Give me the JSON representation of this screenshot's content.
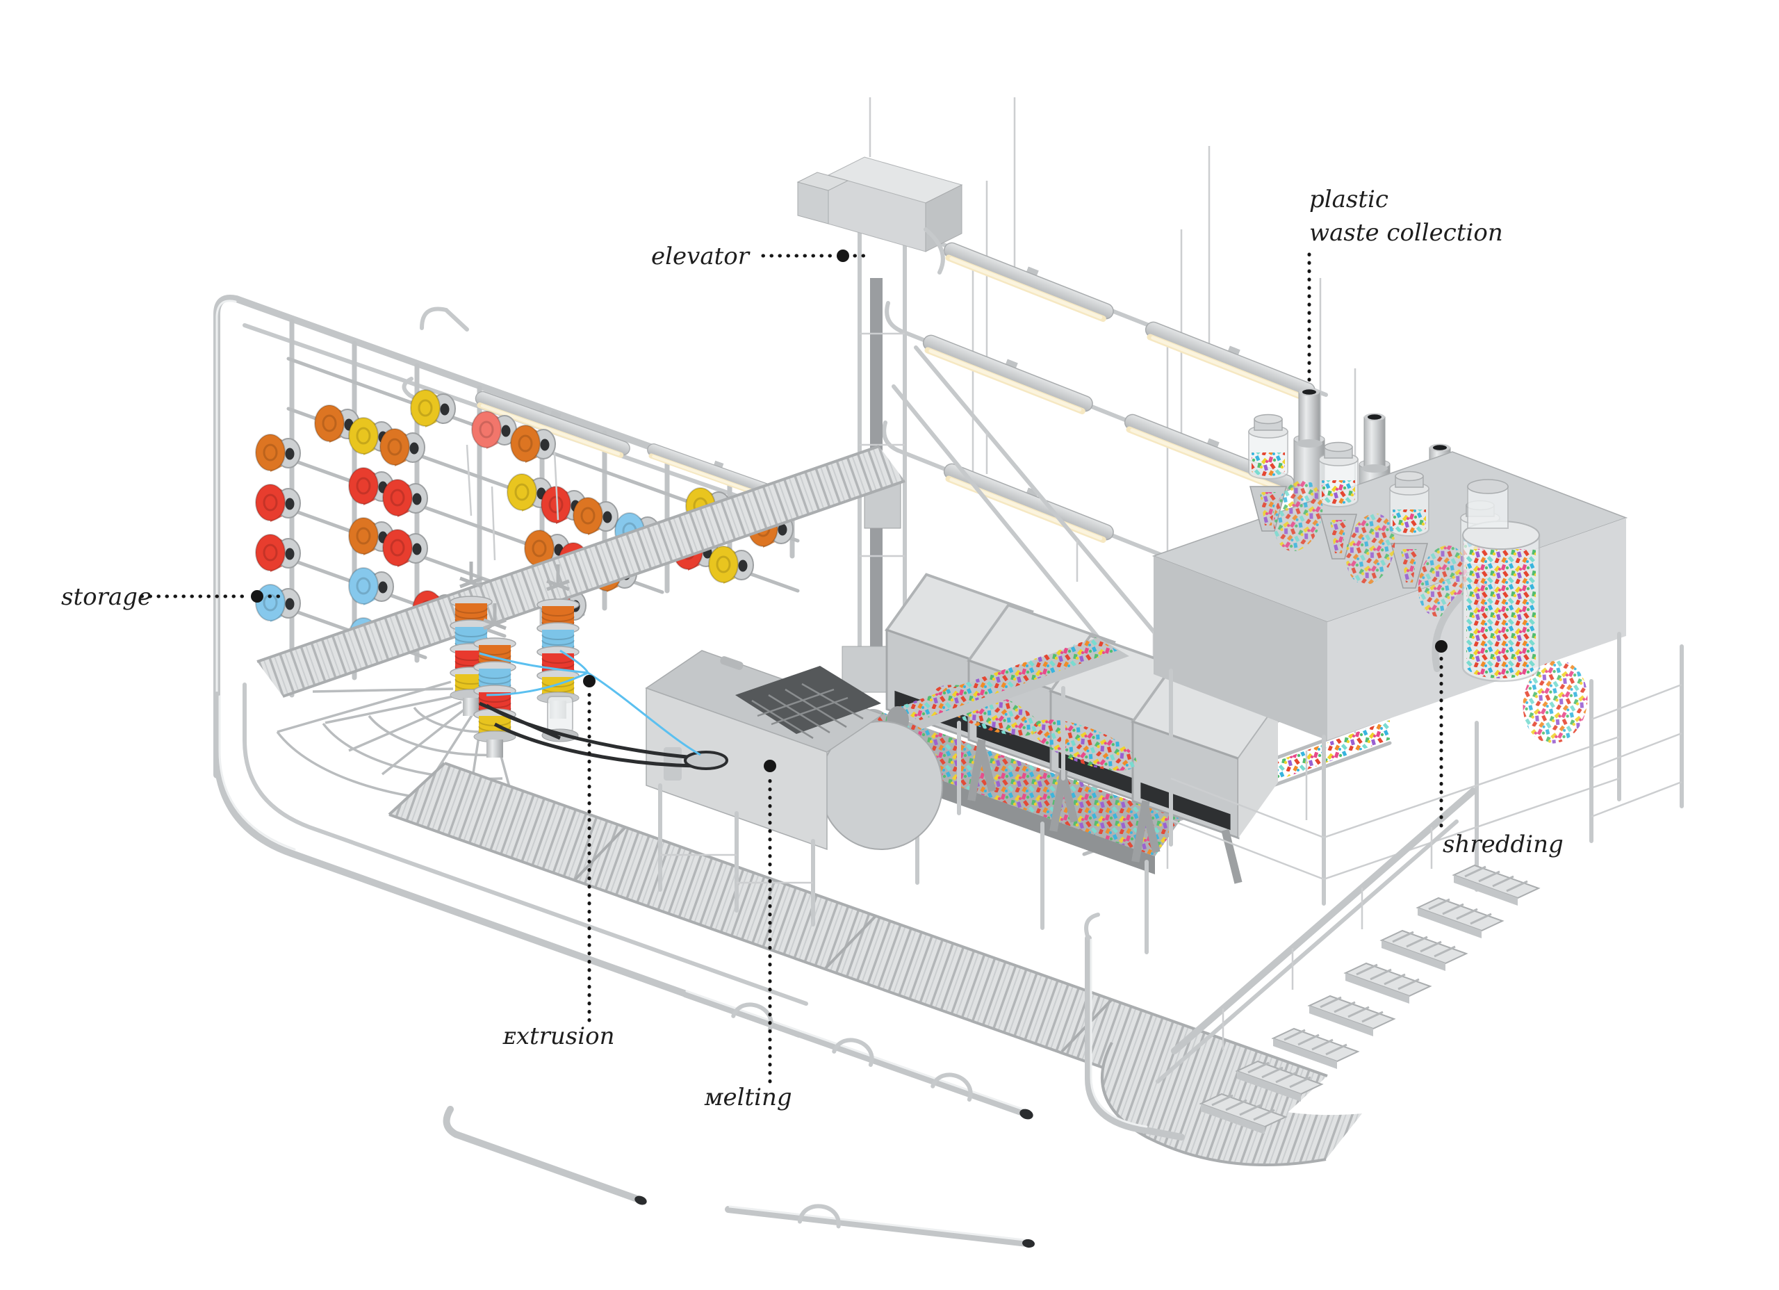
{
  "illustration": {
    "title": "plastic recycling micro-factory process diagram",
    "background": "#ffffff"
  },
  "labels": {
    "storage": "storage",
    "elevator": "elevator",
    "plastic_waste_line1": "plastic",
    "plastic_waste_line2": "waste collection",
    "shredding": "shredding",
    "extrusion": "ᴇxtrusion",
    "melting": "ᴍelting"
  },
  "palette": {
    "steel_light": "#e8eaeb",
    "steel_mid": "#c6c9cb",
    "steel_dark": "#9b9ea0",
    "label_ink": "#1d1d1d",
    "lamp_glow": "#f6e8c2",
    "filament_blue": "#5bc0f0",
    "spool_yellow": "#e9c51f",
    "spool_orange": "#dd7522",
    "spool_red": "#e83d2e",
    "spool_coral": "#f2766b",
    "spool_blue": "#86c8ec",
    "coil_orange": "#e07020",
    "coil_blue": "#7cc4e8",
    "coil_red": "#e8392e",
    "coil_yellow": "#e8c41f",
    "confetti": [
      "#e84a8a",
      "#38b5de",
      "#f0d22c",
      "#e54631",
      "#52bd6f",
      "#9a5fd0",
      "#f08c2a",
      "#7adbd0"
    ]
  }
}
